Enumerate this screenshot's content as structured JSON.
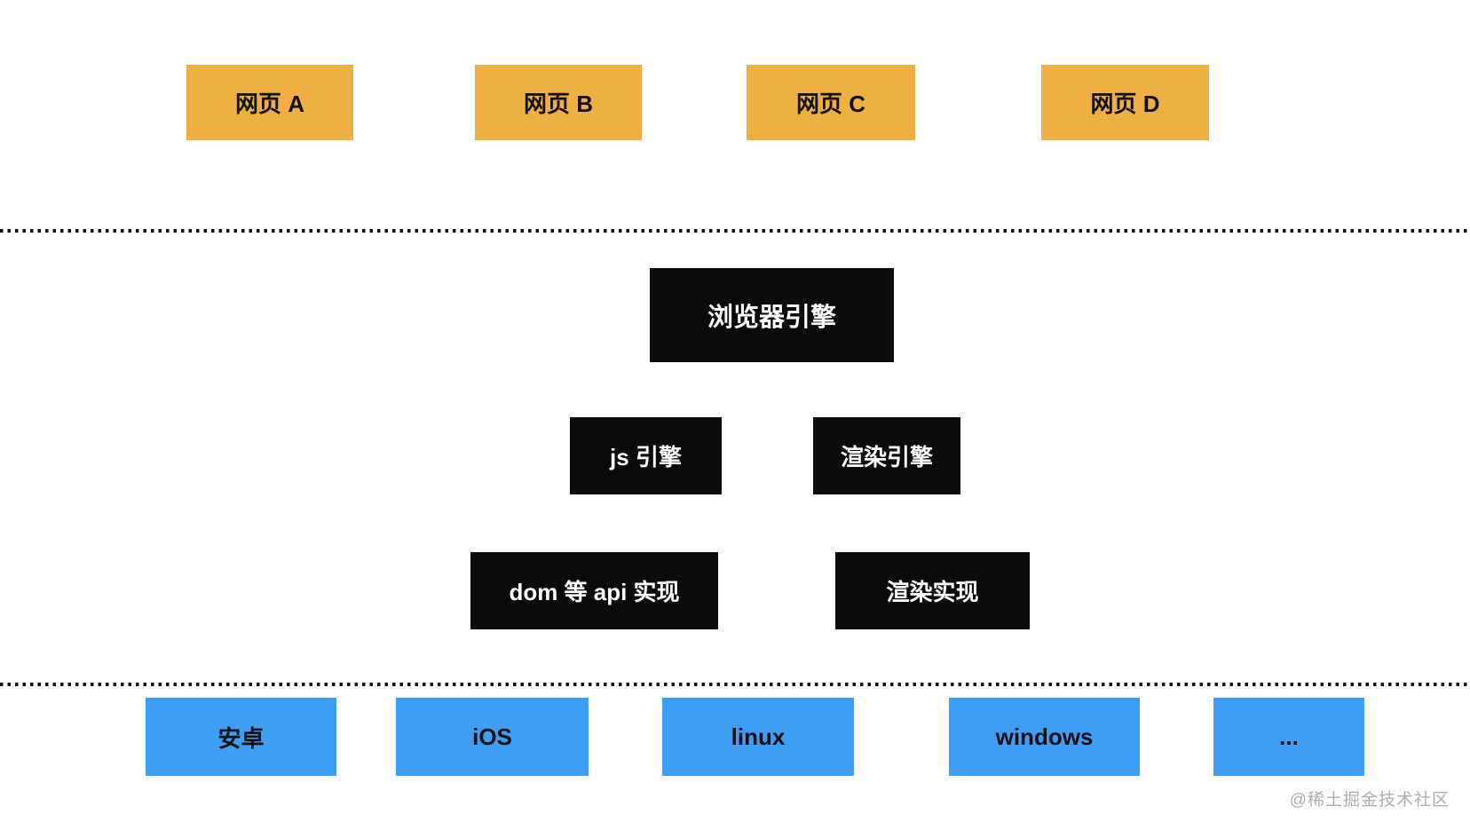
{
  "colors": {
    "page_box_background": "#F0AF43",
    "engine_box_background": "#0B0B0B",
    "engine_box_text": "#FFFFFF",
    "os_box_background": "#3F9EF5",
    "box_text": "#111111",
    "dotted_line": "#111111",
    "watermark_text": "#ADADAD"
  },
  "layers": {
    "pages": {
      "items": [
        {
          "label": "网页 A"
        },
        {
          "label": "网页 B"
        },
        {
          "label": "网页 C"
        },
        {
          "label": "网页 D"
        }
      ]
    },
    "browser": {
      "engine": {
        "label": "浏览器引擎"
      },
      "js_engine": {
        "label": "js 引擎"
      },
      "render_engine": {
        "label": "渲染引擎"
      },
      "dom_api_impl": {
        "label": "dom 等 api 实现"
      },
      "render_impl": {
        "label": "渲染实现"
      }
    },
    "os": {
      "items": [
        {
          "label": "安卓"
        },
        {
          "label": "iOS"
        },
        {
          "label": "linux"
        },
        {
          "label": "windows"
        },
        {
          "label": "..."
        }
      ]
    }
  },
  "watermark": {
    "label": "@稀土掘金技术社区"
  }
}
